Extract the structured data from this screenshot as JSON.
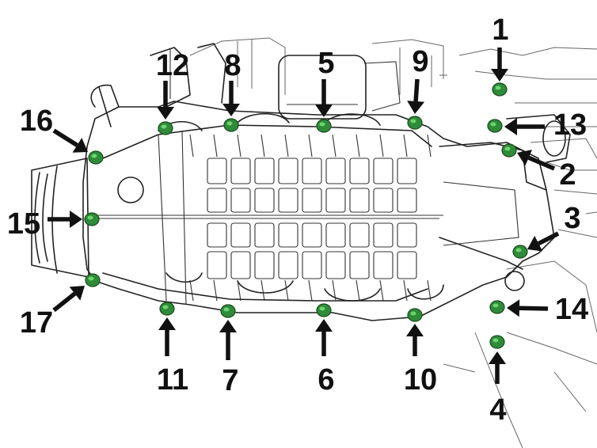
{
  "diagram": {
    "callout_labels": [
      "1",
      "2",
      "3",
      "4",
      "5",
      "6",
      "7",
      "8",
      "9",
      "10",
      "11",
      "12",
      "13",
      "14",
      "15",
      "16",
      "17"
    ],
    "colors": {
      "bolt_fill": "#2e8b3a",
      "bolt_highlight": "#6cd46c",
      "line": "#222222",
      "background": "#ffffff"
    }
  }
}
